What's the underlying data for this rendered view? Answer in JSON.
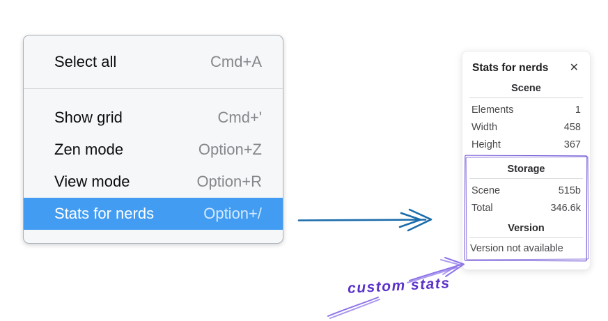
{
  "menu": {
    "sections": [
      {
        "items": [
          {
            "label": "Select all",
            "shortcut": "Cmd+A"
          }
        ]
      },
      {
        "items": [
          {
            "label": "Show grid",
            "shortcut": "Cmd+'"
          },
          {
            "label": "Zen mode",
            "shortcut": "Option+Z"
          },
          {
            "label": "View mode",
            "shortcut": "Option+R"
          },
          {
            "label": "Stats for nerds",
            "shortcut": "Option+/",
            "highlighted": true
          }
        ]
      }
    ]
  },
  "stats_panel": {
    "title": "Stats for nerds",
    "close_icon": "✕",
    "sections": [
      {
        "heading": "Scene",
        "rows": [
          [
            "Elements",
            "1"
          ],
          [
            "Width",
            "458"
          ],
          [
            "Height",
            "367"
          ]
        ]
      },
      {
        "heading": "Storage",
        "rows": [
          [
            "Scene",
            "515b"
          ],
          [
            "Total",
            "346.6k"
          ]
        ],
        "highlighted": true
      },
      {
        "heading": "Version",
        "note": "Version not available",
        "highlighted": true
      }
    ]
  },
  "annotations": {
    "custom_stats_label": "custom stats",
    "colors": {
      "menu_highlight": "#429df2",
      "blue_arrow": "#1b6cab",
      "purple_rect": "#6a4dd3",
      "purple_arrow": "#8d74e8",
      "purple_text": "#5a32c9"
    }
  }
}
